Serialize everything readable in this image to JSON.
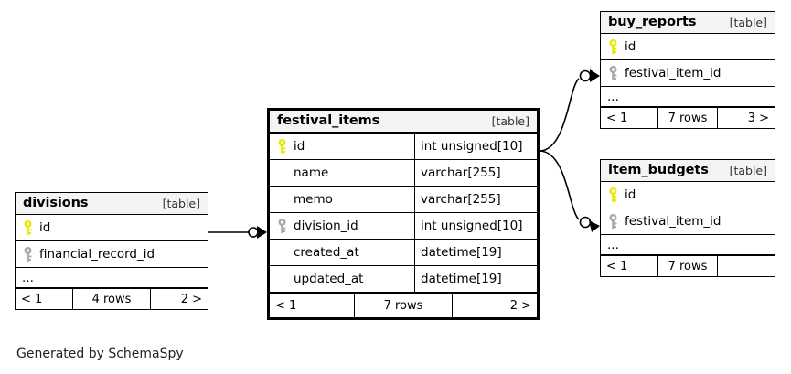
{
  "diagram": {
    "caption": "Generated by SchemaSpy",
    "table_kind_label": "[table]",
    "ellipsis": "...",
    "pk_icon": "key-icon-primary",
    "fk_icon": "key-icon-foreign",
    "pk_color": "#e8e800",
    "fk_color": "#a8a8a8",
    "header_bg": "#f4f4f4",
    "line_color": "#000000"
  },
  "tables": {
    "festival_items": {
      "name": "festival_items",
      "kind": "[table]",
      "columns": [
        {
          "key": "pk",
          "name": "id",
          "type": "int unsigned[10]"
        },
        {
          "key": "",
          "name": "name",
          "type": "varchar[255]"
        },
        {
          "key": "",
          "name": "memo",
          "type": "varchar[255]"
        },
        {
          "key": "fk",
          "name": "division_id",
          "type": "int unsigned[10]"
        },
        {
          "key": "",
          "name": "created_at",
          "type": "datetime[19]"
        },
        {
          "key": "",
          "name": "updated_at",
          "type": "datetime[19]"
        }
      ],
      "footer": {
        "prev": "< 1",
        "rows": "7 rows",
        "next": "2 >"
      }
    },
    "divisions": {
      "name": "divisions",
      "kind": "[table]",
      "columns": [
        {
          "key": "pk",
          "name": "id"
        },
        {
          "key": "fk",
          "name": "financial_record_id"
        }
      ],
      "ellipsis": "...",
      "footer": {
        "prev": "< 1",
        "rows": "4 rows",
        "next": "2 >"
      }
    },
    "buy_reports": {
      "name": "buy_reports",
      "kind": "[table]",
      "columns": [
        {
          "key": "pk",
          "name": "id"
        },
        {
          "key": "fk",
          "name": "festival_item_id"
        }
      ],
      "ellipsis": "...",
      "footer": {
        "prev": "< 1",
        "rows": "7 rows",
        "next": "3 >"
      }
    },
    "item_budgets": {
      "name": "item_budgets",
      "kind": "[table]",
      "columns": [
        {
          "key": "pk",
          "name": "id"
        },
        {
          "key": "fk",
          "name": "festival_item_id"
        }
      ],
      "ellipsis": "...",
      "footer": {
        "prev": "< 1",
        "rows": "7 rows",
        "next": ""
      }
    }
  }
}
